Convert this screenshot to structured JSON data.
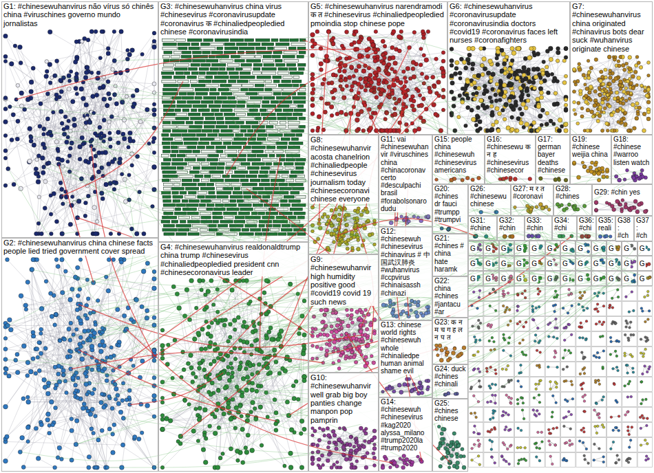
{
  "diagram": {
    "nodes": [
      {
        "text": [
          "G1: #chinesewuhanvirus não vírus só chinês china #viruschines governo mundo jornalistas"
        ]
      },
      {
        "text": [
          "G3: #chinesewuhanvirus china virus #chinesevirus #coronavirusupdate #coronavirus क #chinaliedpeopledied chinese #coronavirusindia"
        ]
      },
      {
        "text": [
          "G5: #chinesewuhanvirus narendramodi क त #chinesevirus #chinaliedpeopledied pmoindia stop chinese pope"
        ]
      },
      {
        "text": [
          "G6: #chinesewuhanvirus #coronavirusupdate #coronavirusindia doctors #covid19 #coronavirus faces left nurses #coronafighters"
        ]
      },
      {
        "text": [
          "G7: #chinesewuhanvirus china originated #chinavirus bots dear suck #wuhanvirus originate chinese"
        ]
      },
      {
        "text": [
          "G8: #chinesewuhanvir acosta chanelrion #chinaliedpeople #chinesevirus journalism today #chinesecoronavi chinese everyone"
        ]
      },
      {
        "text": [
          "G11: vai #chinesewuhanvir #viruschines china #chinacoronav certo #desculpachi brasil #forabolsonaro dudu"
        ]
      },
      {
        "text": [
          "G15: people china #chinesewuh #chinesevirus americans"
        ]
      },
      {
        "text": [
          "G16: #chinesewu क न ह #chinesevirus #chinesecor"
        ]
      },
      {
        "text": [
          "G17: german bayer deaths #chinese"
        ]
      },
      {
        "text": [
          "G19: #chinese weijia china"
        ]
      },
      {
        "text": [
          "G18: #chinese #warroo listen watch"
        ]
      },
      {
        "text": [
          "G26: #chinesewu chinese"
        ]
      },
      {
        "text": [
          "G27: म र त #coronavi"
        ]
      },
      {
        "text": [
          "G28: #chines"
        ]
      },
      {
        "text": [
          "G29: #chin yes"
        ]
      },
      {
        "text": [
          "G31: #chine"
        ]
      },
      {
        "text": [
          "G32: #chin"
        ]
      },
      {
        "text": [
          "G33: #chin"
        ]
      },
      {
        "text": [
          "G34: #chi"
        ]
      },
      {
        "text": [
          "G36: #chi"
        ]
      },
      {
        "text": [
          "G35: reali"
        ]
      },
      {
        "text": [
          "G38: #ch"
        ]
      },
      {
        "text": [
          "G37: #ch"
        ]
      },
      {
        "text": [
          "G12: #chinesewuh #chinesevirus #chinavirus # 中国武汉肺炎 #wuhanvirus #ccpvirus #chinaisassh #chinazi"
        ]
      },
      {
        "text": [
          "G20: #chines dr fauci #trumpp #trumpvi"
        ]
      },
      {
        "text": [
          "G21: #chines # china hate haramk"
        ]
      },
      {
        "text": [
          "G2: #chinesewuhanvirus china chinese facts people lied tried government cover spread"
        ]
      },
      {
        "text": [
          "G4: #chinesewuhanvirus realdonaldtrump china trump #chinesevirus #chinaliedpeopledied president cnn #chinesecoronavirus leader"
        ]
      },
      {
        "text": [
          "G9: #chinesewuhanvir high humidity positive good #covid19 covid 19 such news"
        ]
      },
      {
        "text": [
          "G22: china #chines #jantacu #ar"
        ]
      },
      {
        "text": [
          "G13: chinese world rights #chinesewuh whole #chinaliedpe human animal shame evil"
        ]
      },
      {
        "text": [
          "G23: क न म च ग ह ल न प त"
        ]
      },
      {
        "text": [
          "G24: duck #chines #chinali"
        ]
      },
      {
        "text": [
          "G10: #chinesewuhanvir well grab big boy panties change manpon pop pamprin"
        ]
      },
      {
        "text": [
          "G14: #chinesewuh #chinesevirus #kag2020 alyssa_milano #trump2020la #trump2020"
        ]
      },
      {
        "text": [
          "G25: #chines chinese"
        ]
      },
      {
        "text": [
          "G"
        ]
      },
      {
        "text": [
          "G"
        ]
      },
      {
        "text": [
          "G"
        ]
      },
      {
        "text": [
          "G"
        ]
      },
      {
        "text": [
          "G"
        ]
      },
      {
        "text": [
          "G"
        ]
      },
      {
        "text": [
          "G"
        ]
      },
      {
        "text": [
          "G"
        ]
      },
      {
        "text": [
          "G"
        ]
      },
      {
        "text": [
          "G"
        ]
      },
      {
        "text": [
          "G"
        ]
      },
      {
        "text": [
          "G"
        ]
      },
      {
        "text": [
          "G"
        ]
      },
      {
        "text": [
          "G"
        ]
      },
      {
        "text": [
          "G"
        ]
      },
      {
        "text": [
          "G"
        ]
      },
      {
        "text": [
          "G"
        ]
      },
      {
        "text": [
          "G"
        ]
      },
      {
        "text": [
          "G"
        ]
      },
      {
        "text": [
          "G"
        ]
      },
      {
        "text": [
          "G"
        ]
      },
      {
        "text": [
          "G"
        ]
      },
      {
        "text": [
          "G"
        ]
      },
      {
        "text": [
          "G"
        ]
      },
      {
        "text": [
          "G"
        ]
      },
      {
        "text": [
          "G"
        ]
      },
      {
        "text": [
          "G"
        ]
      },
      {
        "text": [
          "G"
        ]
      },
      {
        "text": [
          "G"
        ]
      },
      {
        "text": [
          "G"
        ]
      },
      {
        "text": [
          "G"
        ]
      },
      {
        "text": [
          "G"
        ]
      },
      {
        "text": [
          "G"
        ]
      },
      {
        "text": [
          "G"
        ]
      },
      {
        "text": [
          "G"
        ]
      },
      {
        "text": [
          "G"
        ]
      }
    ]
  }
}
